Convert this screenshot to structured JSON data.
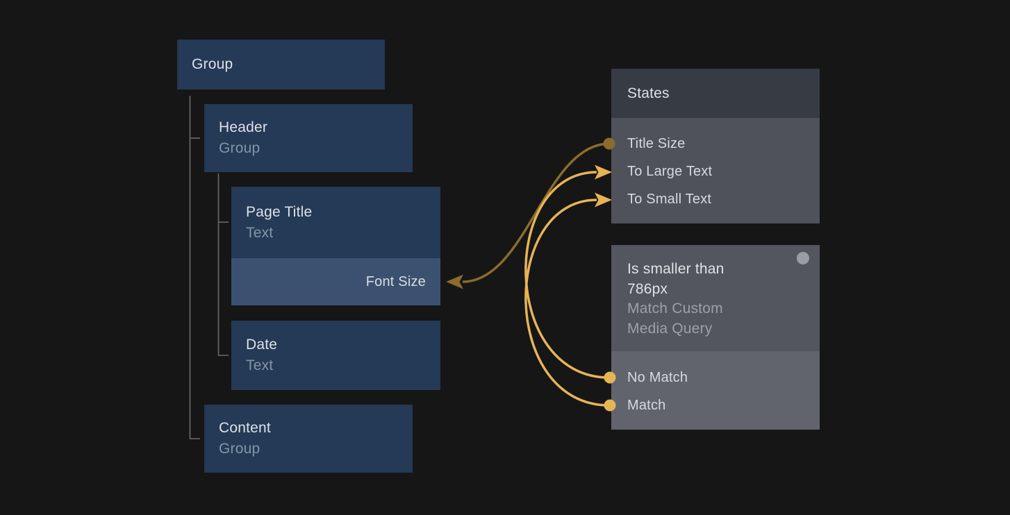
{
  "app": {
    "background": "#161616"
  },
  "colors": {
    "node_navy": "#243a56",
    "node_navy_light": "#3b516f",
    "states_header_bg": "#373b44",
    "states_body_bg": "#4f525a",
    "media_top_bg": "#53565e",
    "media_bottom_bg": "#61646c",
    "title_text": "#dde1e7",
    "navy_subtitle_text": "#8595a9",
    "media_subtitle_text": "#9da0a8",
    "row_text": "#d6d9de",
    "tree_line": "#696c71",
    "connection_gold": "#e7b455",
    "connection_dark_gold": "#8a6c2b",
    "port_gray": "#9a9da3"
  },
  "layer_tree": {
    "group": {
      "title": "Group"
    },
    "header": {
      "title": "Header",
      "subtitle": "Group"
    },
    "page_title": {
      "title": "Page Title",
      "subtitle": "Text",
      "property": "Font Size"
    },
    "date": {
      "title": "Date",
      "subtitle": "Text"
    },
    "content": {
      "title": "Content",
      "subtitle": "Group"
    }
  },
  "states_panel": {
    "title": "States",
    "rows": [
      "Title Size",
      "To Large Text",
      "To Small Text"
    ]
  },
  "media_query_node": {
    "title": "Is smaller than 786px",
    "title_line1": "Is smaller than",
    "title_line2": "786px",
    "subtitle_line1": "Match Custom",
    "subtitle_line2": "Media Query",
    "rows": [
      "No Match",
      "Match"
    ]
  },
  "connections": [
    {
      "from": "Title Size",
      "to": "Font Size",
      "color": "#8a6c2b"
    },
    {
      "from": "No Match",
      "to": "To Large Text",
      "color": "#e7b455"
    },
    {
      "from": "Match",
      "to": "To Small Text",
      "color": "#e7b455"
    }
  ]
}
